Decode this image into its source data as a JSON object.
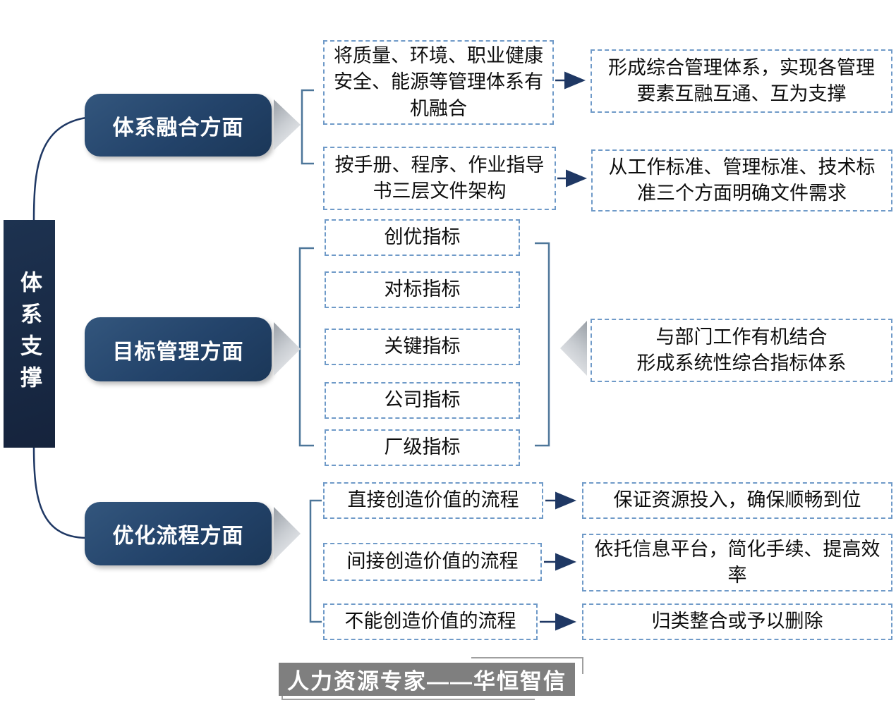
{
  "root": {
    "label": "体系支撑"
  },
  "sections": [
    {
      "title": "体系融合方面",
      "rows": [
        {
          "left": "将质量、环境、职业健康安全、能源等管理体系有机融合",
          "right": "形成综合管理体系，实现各管理要素互融互通、互为支撑"
        },
        {
          "left": "按手册、程序、作业指导书三层文件架构",
          "right": "从工作标准、管理标准、技术标准三个方面明确文件需求"
        }
      ]
    },
    {
      "title": "目标管理方面",
      "indicators": [
        "创优指标",
        "对标指标",
        "关键指标",
        "公司指标",
        "厂级指标"
      ],
      "result_line1": "与部门工作有机结合",
      "result_line2": "形成系统性综合指标体系"
    },
    {
      "title": "优化流程方面",
      "rows": [
        {
          "left": "直接创造价值的流程",
          "right": "保证资源投入，确保顺畅到位"
        },
        {
          "left": "间接创造价值的流程",
          "right": "依托信息平台，简化手续、提高效率"
        },
        {
          "left": "不能创造价值的流程",
          "right": "归类整合或予以删除"
        }
      ]
    }
  ],
  "footer": {
    "label": "人力资源专家——华恒智信"
  },
  "colors": {
    "navy_arrow": "#1f3864",
    "pill_gradient_start": "#33567d",
    "pill_gradient_end": "#1b3758",
    "pillar_fill": "#15233c",
    "dashed_border": "#6f9ac8",
    "bracket": "#4d7699",
    "banner_gray": "#7f7f7f"
  }
}
